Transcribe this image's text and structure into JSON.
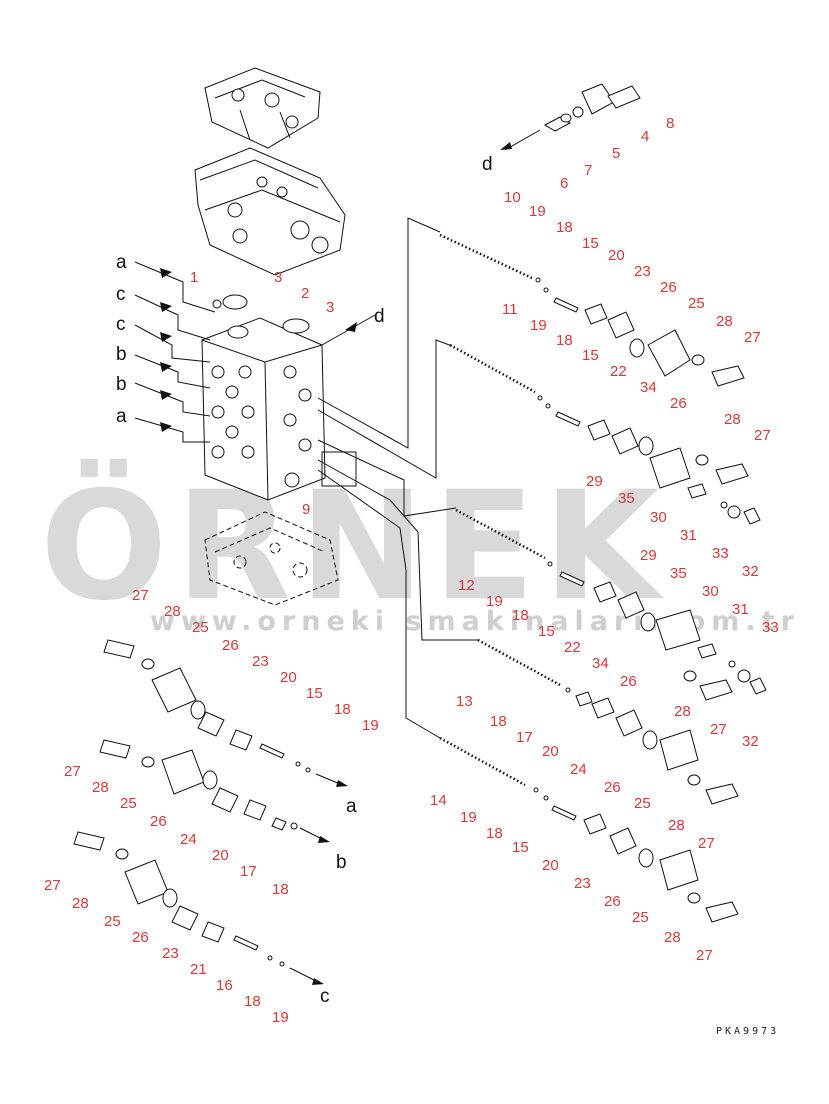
{
  "watermark": {
    "brand": "ÖRNEK",
    "url": "www.orneki smakinalari.com.tr",
    "accent_color": "#f2c200"
  },
  "drawing_code": "PKA9973",
  "port_labels": [
    "a",
    "c",
    "c",
    "b",
    "b",
    "a",
    "d",
    "d",
    "a",
    "b",
    "c"
  ],
  "callouts": [
    "1",
    "2",
    "3",
    "3",
    "4",
    "5",
    "6",
    "7",
    "8",
    "9",
    "10",
    "19",
    "18",
    "15",
    "20",
    "23",
    "26",
    "25",
    "28",
    "27",
    "11",
    "19",
    "18",
    "15",
    "22",
    "34",
    "26",
    "28",
    "27",
    "29",
    "35",
    "30",
    "31",
    "33",
    "32",
    "12",
    "19",
    "18",
    "15",
    "22",
    "34",
    "26",
    "29",
    "35",
    "30",
    "31",
    "33",
    "28",
    "27",
    "32",
    "13",
    "18",
    "17",
    "20",
    "24",
    "26",
    "25",
    "28",
    "27",
    "14",
    "19",
    "18",
    "15",
    "20",
    "23",
    "26",
    "25",
    "28",
    "27",
    "27",
    "28",
    "25",
    "26",
    "23",
    "20",
    "15",
    "18",
    "19",
    "27",
    "28",
    "25",
    "26",
    "24",
    "20",
    "17",
    "18",
    "27",
    "28",
    "25",
    "26",
    "23",
    "21",
    "16",
    "18",
    "19"
  ],
  "colors": {
    "callout": "#d23a3a",
    "line": "#111111",
    "watermark": "#d9d9d9"
  }
}
